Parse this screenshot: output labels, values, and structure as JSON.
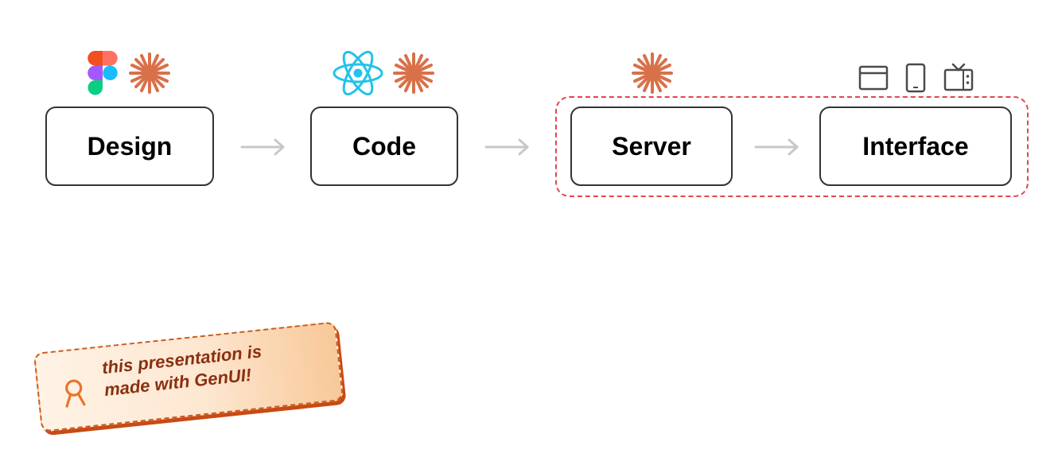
{
  "diagram": {
    "nodes": [
      {
        "id": "design",
        "label": "Design"
      },
      {
        "id": "code",
        "label": "Code"
      },
      {
        "id": "server",
        "label": "Server"
      },
      {
        "id": "interface",
        "label": "Interface"
      }
    ],
    "edges": [
      [
        "design",
        "code"
      ],
      [
        "code",
        "server"
      ],
      [
        "server",
        "interface"
      ]
    ],
    "group": {
      "members": [
        "server",
        "interface"
      ],
      "color": "#e0474c",
      "style": "dashed"
    },
    "icons": {
      "design": [
        "figma-logo-icon",
        "claude-asterisk-icon"
      ],
      "code": [
        "react-logo-icon",
        "claude-asterisk-icon"
      ],
      "server": [
        "claude-asterisk-icon"
      ],
      "interface": [
        "browser-window-icon",
        "mobile-phone-icon",
        "tv-icon"
      ]
    },
    "colors": {
      "accent_asterisk": "#d8714a",
      "react": "#22c3e6",
      "group_border": "#e0474c",
      "arrow": "#c8c8c8"
    }
  },
  "sticker": {
    "line1": "this presentation is",
    "line2": "made with GenUI!",
    "icon": "loop-person-icon",
    "colors": {
      "text": "#8a3010",
      "border": "#c95a1c",
      "fill_start": "#fff3e6",
      "fill_end": "#f8c898"
    }
  }
}
